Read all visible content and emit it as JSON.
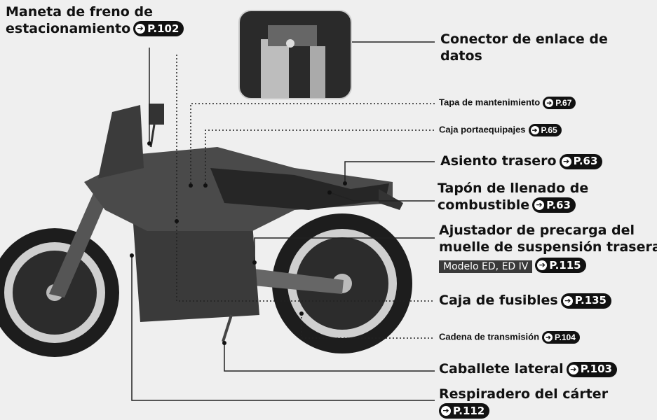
{
  "labels": {
    "parking_brake_line1": "Maneta de freno de",
    "parking_brake_line2": "estacionamiento",
    "parking_brake_ref": "P.102",
    "dlc_line1": "Conector de enlace de",
    "dlc_line2": "datos",
    "maintenance_lid": "Tapa de mantenimiento",
    "maintenance_lid_ref": "P.67",
    "luggage_box": "Caja portaequipajes",
    "luggage_box_ref": "P.65",
    "rear_seat": "Asiento trasero",
    "rear_seat_ref": "P.63",
    "fuel_cap_line1": "Tapón de llenado de",
    "fuel_cap_line2": "combustible",
    "fuel_cap_ref": "P.63",
    "preload_line1": "Ajustador de precarga del",
    "preload_line2": "muelle de suspensión trasera",
    "preload_model": "Modelo ED, ED IV",
    "preload_ref": "P.115",
    "fuse_box": "Caja de fusibles",
    "fuse_box_ref": "P.135",
    "drive_chain": "Cadena de transmisión",
    "drive_chain_ref": "P.104",
    "side_stand": "Caballete lateral",
    "side_stand_ref": "P.103",
    "breather_line1": "Respiradero del cárter",
    "breather_ref": "P.112"
  },
  "icons": {
    "ref_arrow": "arrow-right-icon"
  }
}
